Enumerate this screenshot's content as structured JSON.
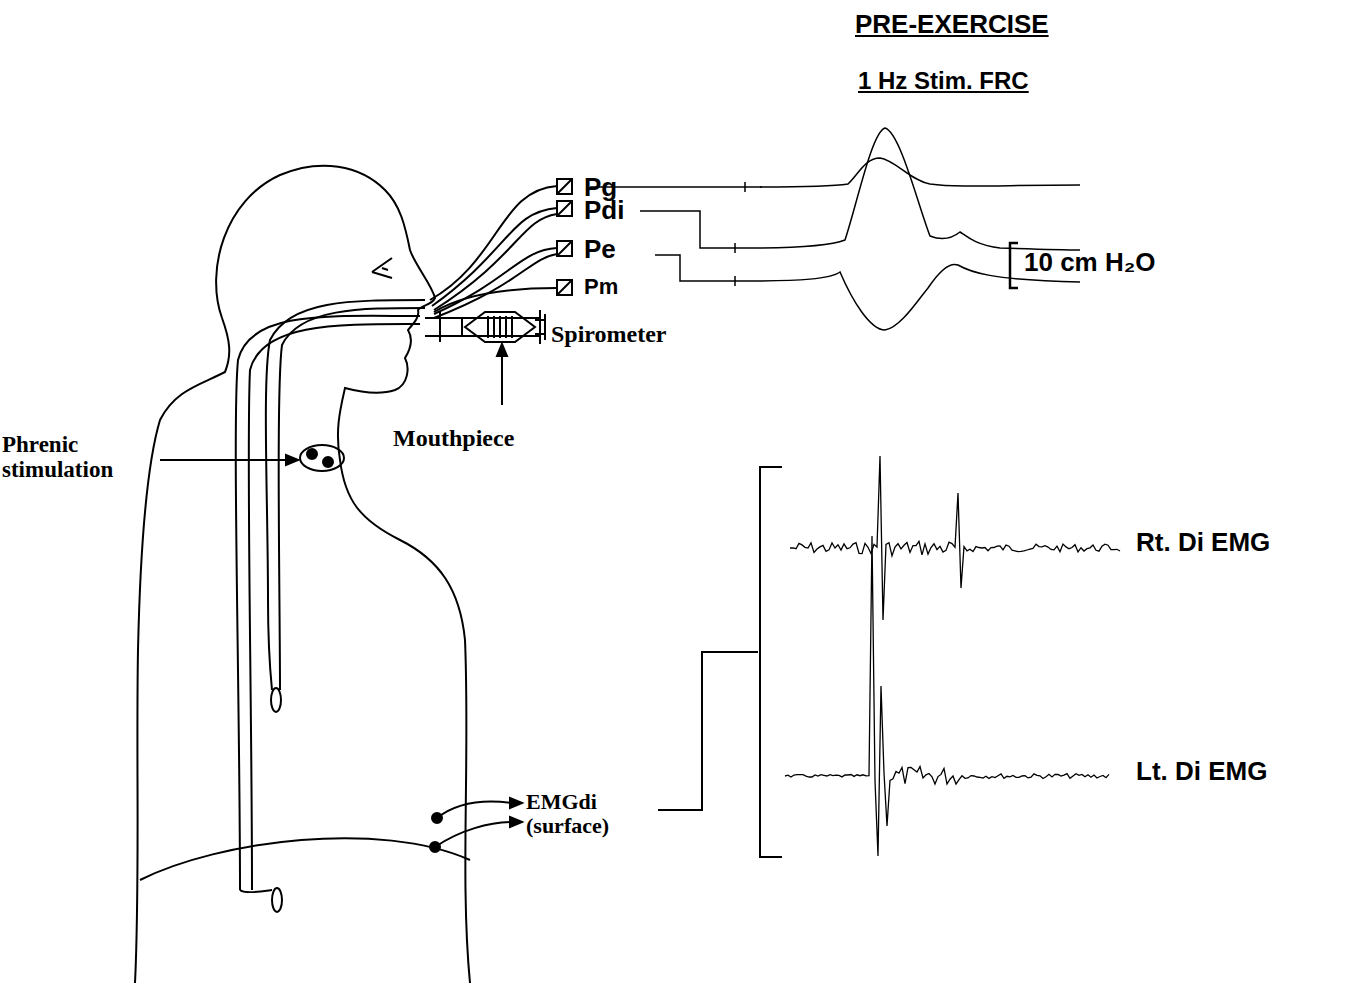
{
  "diagram": {
    "title": "PRE-EXERCISE",
    "labels": [
      "1 Hz Stim. FRC",
      "Pg",
      "Pdi",
      "Pe",
      "Pm",
      "10 cm H₂O",
      "Spirometer",
      "Mouthpiece",
      "Phrenic stimulation",
      "EMGdi (surface)",
      "Rt. Di EMG",
      "Lt. Di EMG"
    ]
  }
}
